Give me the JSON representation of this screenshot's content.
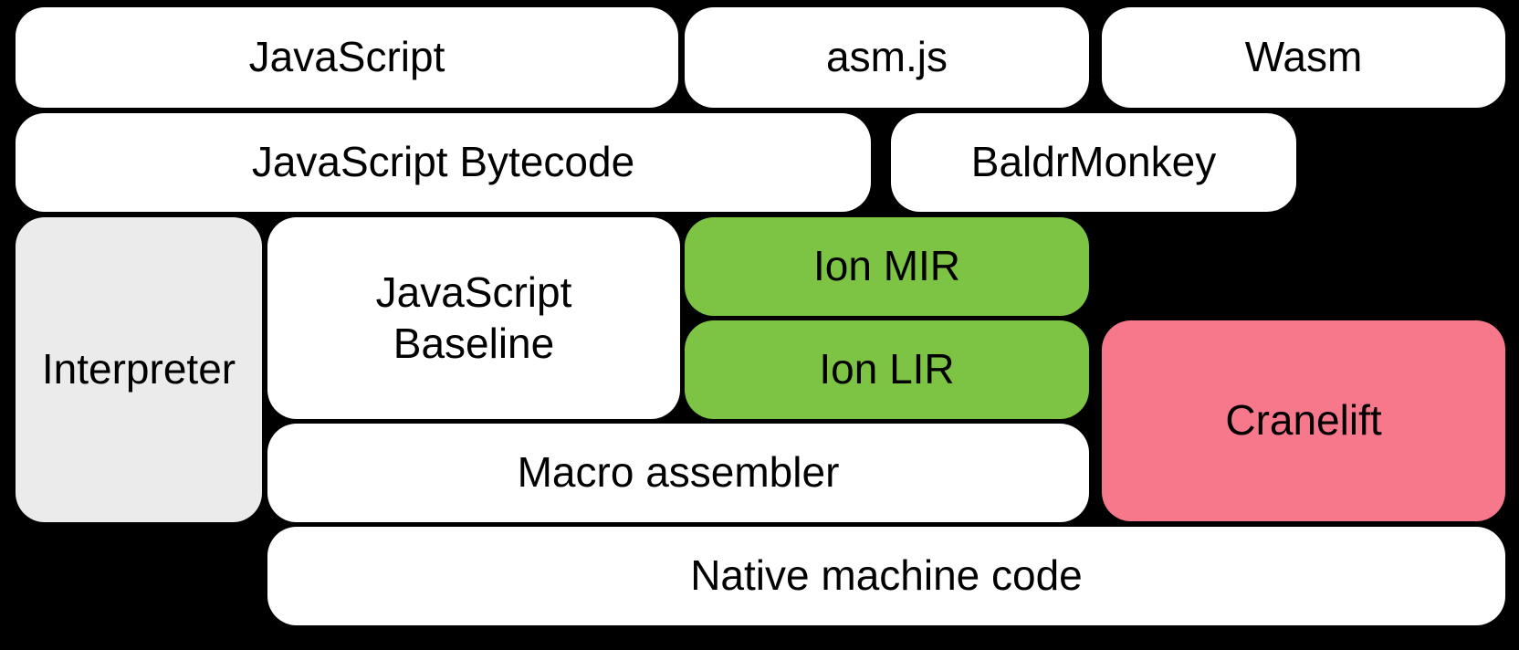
{
  "diagram": {
    "title": "SpiderMonkey compilation pipeline diagram",
    "background_color": "#000000",
    "text_color": "#000000",
    "colors": {
      "white_box": "#FFFFFF",
      "gray_box": "#EBEBEB",
      "green_box": "#7DC344",
      "pink_box": "#F6788A"
    },
    "nodes": {
      "javascript": {
        "label": "JavaScript",
        "fill": "#FFFFFF"
      },
      "asmjs": {
        "label": "asm.js",
        "fill": "#FFFFFF"
      },
      "wasm": {
        "label": "Wasm",
        "fill": "#FFFFFF"
      },
      "bytecode": {
        "label": "JavaScript Bytecode",
        "fill": "#FFFFFF"
      },
      "baldrmonkey": {
        "label": "BaldrMonkey",
        "fill": "#FFFFFF"
      },
      "interpreter": {
        "label": "Interpreter",
        "fill": "#EBEBEB"
      },
      "baseline": {
        "label": "JavaScript Baseline",
        "fill": "#FFFFFF"
      },
      "ion_mir": {
        "label": "Ion MIR",
        "fill": "#7DC344"
      },
      "ion_lir": {
        "label": "Ion LIR",
        "fill": "#7DC344"
      },
      "cranelift": {
        "label": "Cranelift",
        "fill": "#F6788A"
      },
      "macro_assembler": {
        "label": "Macro assembler",
        "fill": "#FFFFFF"
      },
      "native_machine_code": {
        "label": "Native machine code",
        "fill": "#FFFFFF"
      }
    }
  }
}
